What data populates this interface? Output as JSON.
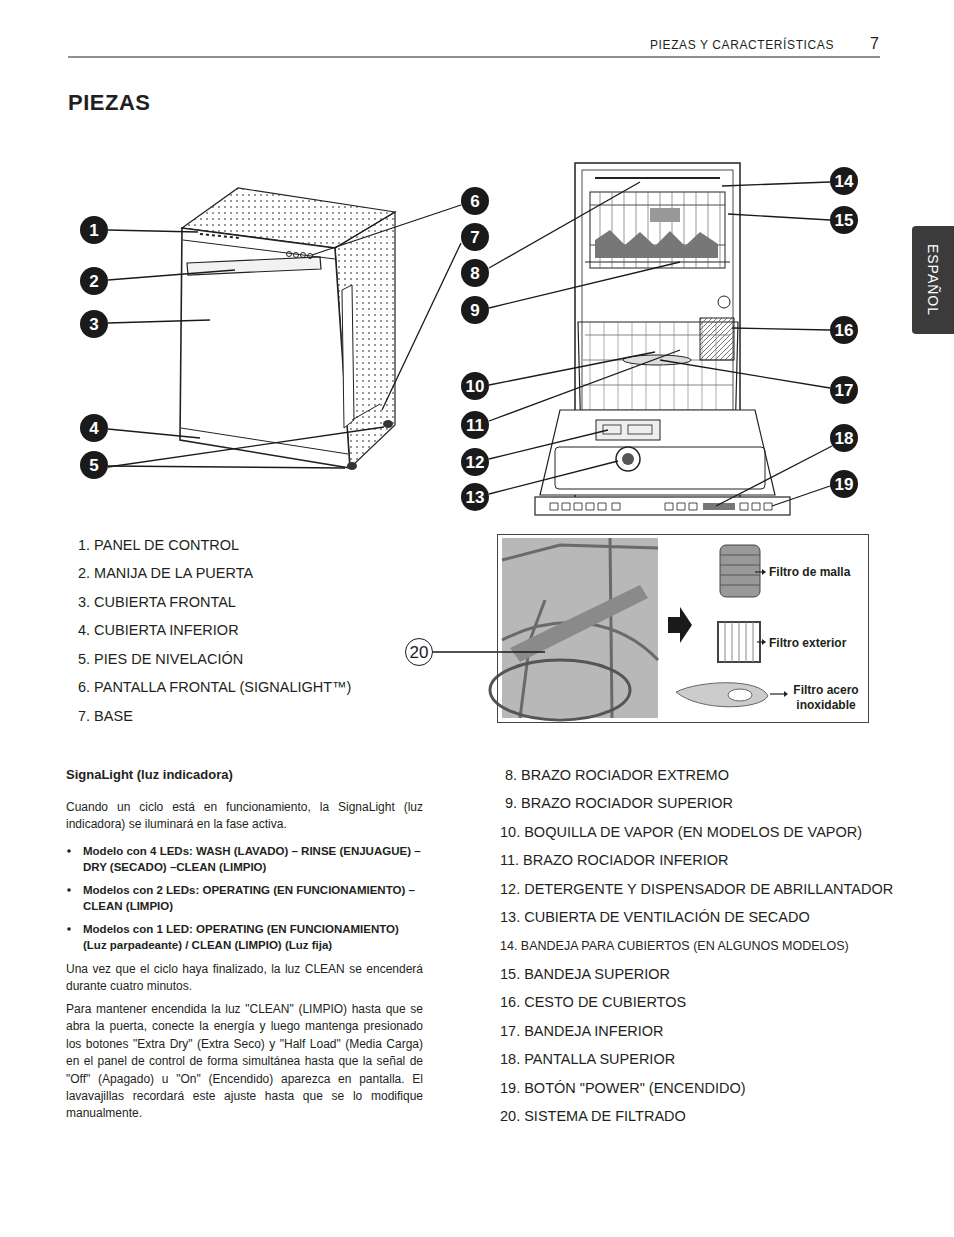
{
  "diagram": {
    "title": "PIEZAS",
    "nodes": [
      {
        "text": [
          "1"
        ]
      },
      {
        "text": [
          "2"
        ]
      },
      {
        "text": [
          "3"
        ]
      },
      {
        "text": [
          "4"
        ]
      },
      {
        "text": [
          "5"
        ]
      },
      {
        "text": [
          "6"
        ]
      },
      {
        "text": [
          "7"
        ]
      },
      {
        "text": [
          "8"
        ]
      },
      {
        "text": [
          "9"
        ]
      },
      {
        "text": [
          "10"
        ]
      },
      {
        "text": [
          "11"
        ]
      },
      {
        "text": [
          "12"
        ]
      },
      {
        "text": [
          "13"
        ]
      },
      {
        "text": [
          "14"
        ]
      },
      {
        "text": [
          "15"
        ]
      },
      {
        "text": [
          "16"
        ]
      },
      {
        "text": [
          "17"
        ]
      },
      {
        "text": [
          "18"
        ]
      },
      {
        "text": [
          "19"
        ]
      },
      {
        "text": [
          "20"
        ]
      },
      {
        "text": [
          "Filtro de malla",
          "Filtro exterior",
          "Filtro acero inoxidable"
        ]
      },
      {
        "text": [
          "ESPAÑOL"
        ]
      }
    ],
    "labels": [
      "PIEZAS Y CARACTERÍSTICAS",
      "7",
      "1. PANEL DE CONTROL",
      "2. MANIJA DE LA PUERTA",
      "3. CUBIERTA FRONTAL",
      "4. CUBIERTA INFERIOR",
      "5. PIES DE NIVELACIÓN",
      "6. PANTALLA FRONTAL (SIGNALIGHT™)",
      "7. BASE",
      "SignaLight (luz indicadora)",
      "Cuando un ciclo está en funcionamiento, la SignaLight (luz indicadora) se iluminará en la fase activa.",
      "Modelo con 4 LEDs: WASH (LAVADO) – RINSE (ENJUAGUE) – DRY (SECADO) –CLEAN (LIMPIO)",
      "Modelos con 2 LEDs: OPERATING (EN FUNCIONAMIENTO) – CLEAN (LIMPIO)",
      "Modelos con 1 LED: OPERATING (EN FUNCIONAMIENTO) (Luz parpadeante) / CLEAN (LIMPIO) (Luz fija)",
      "Una vez que el ciclo haya finalizado, la luz CLEAN se encenderá durante cuatro minutos.",
      "Para mantener encendida la luz \"CLEAN\" (LIMPIO) hasta que se abra la puerta, conecte la energía y luego mantenga presionado los botones \"Extra Dry\" (Extra Seco) y \"Half Load\" (Media Carga) en el panel de control de forma simultánea hasta que la señal de \"Off\" (Apagado) u \"On\" (Encendido) aparezca en pantalla. El lavavajillas recordará este ajuste hasta que se lo modifique manualmente.",
      "8. BRAZO ROCIADOR EXTREMO",
      "9. BRAZO ROCIADOR SUPERIOR",
      "10. BOQUILLA DE VAPOR (EN MODELOS DE VAPOR)",
      "11. BRAZO ROCIADOR INFERIOR",
      "12. DETERGENTE Y DISPENSADOR DE ABRILLANTADOR",
      "13. CUBIERTA DE VENTILACIÓN DE SECADO",
      "14. BANDEJA PARA CUBIERTOS (EN ALGUNOS MODELOS)",
      "15. BANDEJA SUPERIOR",
      "16. CESTO DE CUBIERTOS",
      "17. BANDEJA INFERIOR",
      "18. PANTALLA SUPERIOR",
      "19. BOTÓN \"POWER\" (ENCENDIDO)",
      "20. SISTEMA DE FILTRADO"
    ]
  }
}
